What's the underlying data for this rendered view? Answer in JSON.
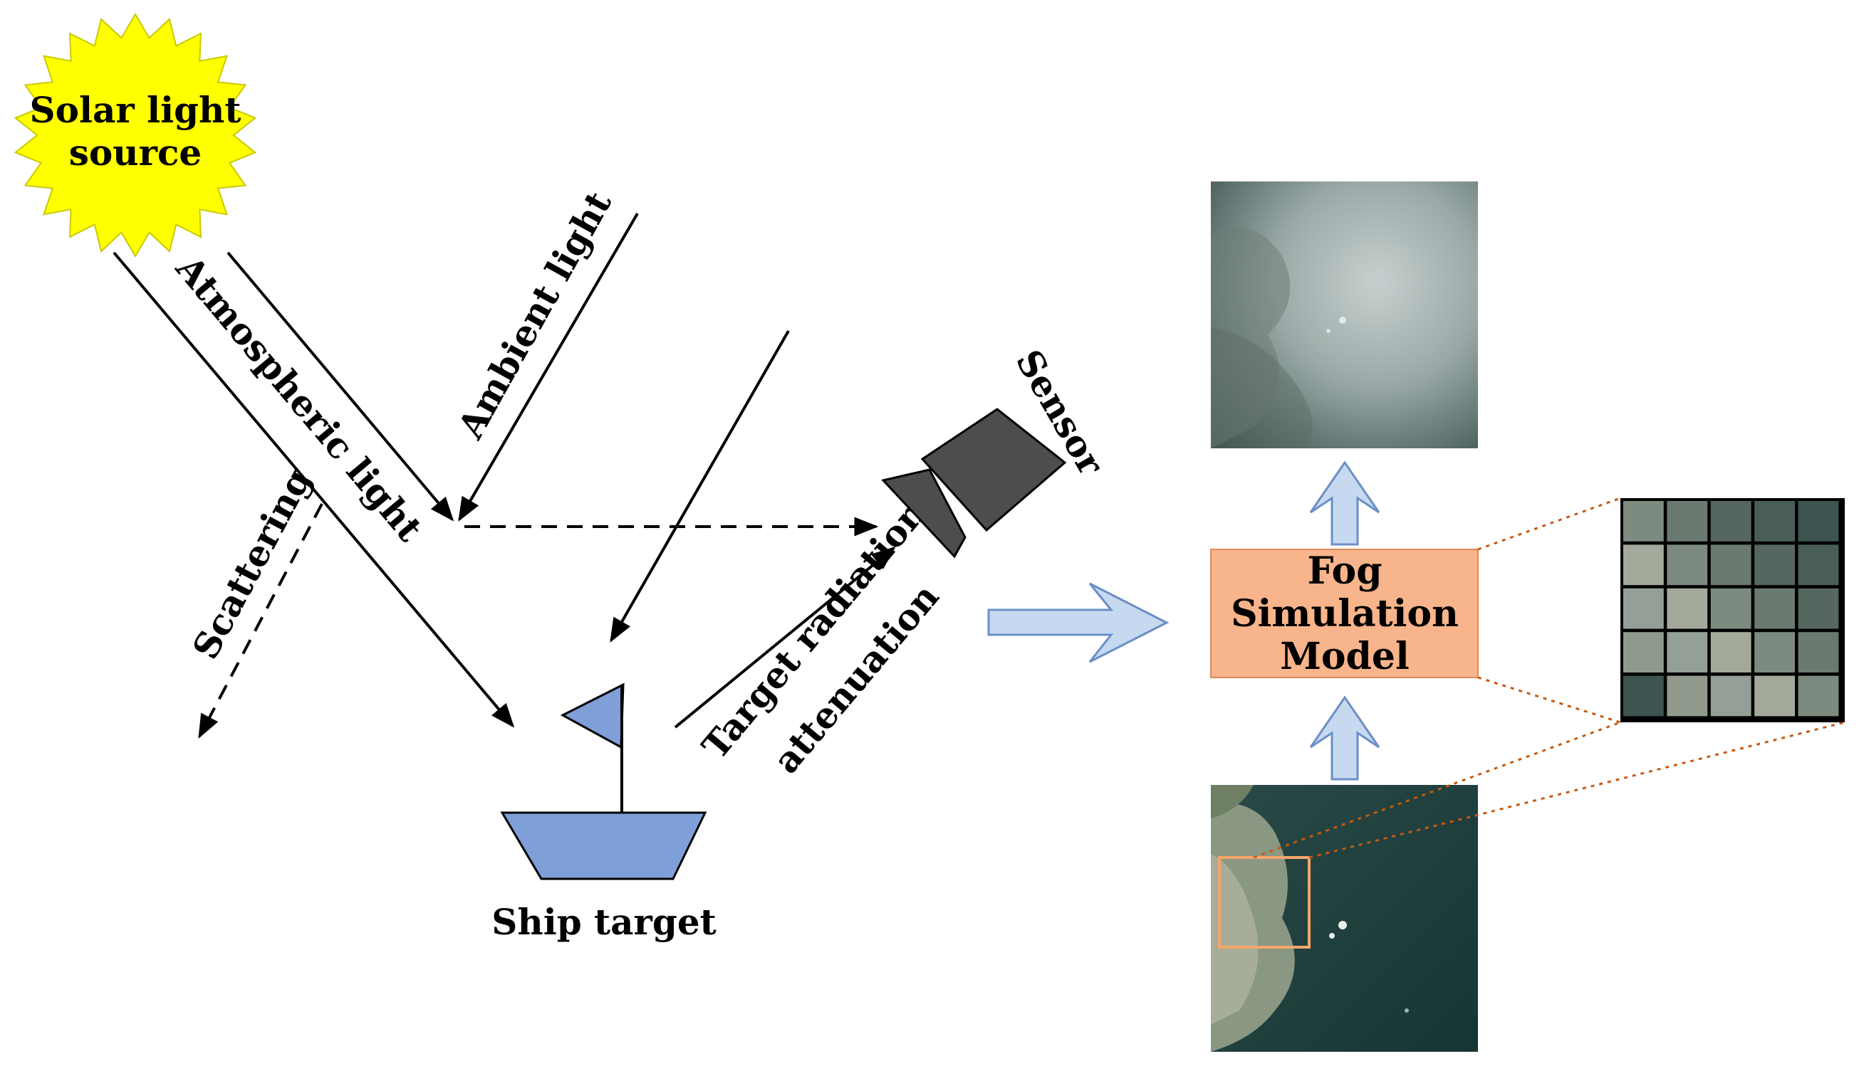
{
  "sun": {
    "line1": "Solar light",
    "line2": "source"
  },
  "labels": {
    "atmospheric_light": "Atmospheric light",
    "ambient_light": "Ambient light",
    "scattering": "Scattering",
    "sensor": "Sensor",
    "target_radiation_line1": "Target radiation",
    "target_radiation_line2": "attenuation",
    "ship_target": "Ship target"
  },
  "model": {
    "line1": "Fog",
    "line2": "Simulation",
    "line3": "Model"
  },
  "colors": {
    "sun_fill": "#ffff00",
    "ship_fill": "#7f9fd8",
    "camera_fill": "#4d4d4d",
    "model_fill": "#f8b48a",
    "arrow_fill": "#c6d9f0",
    "arrow_stroke": "#6b8fc7",
    "crop_box": "#f5a66a",
    "dotted_connector": "#c55a11"
  }
}
